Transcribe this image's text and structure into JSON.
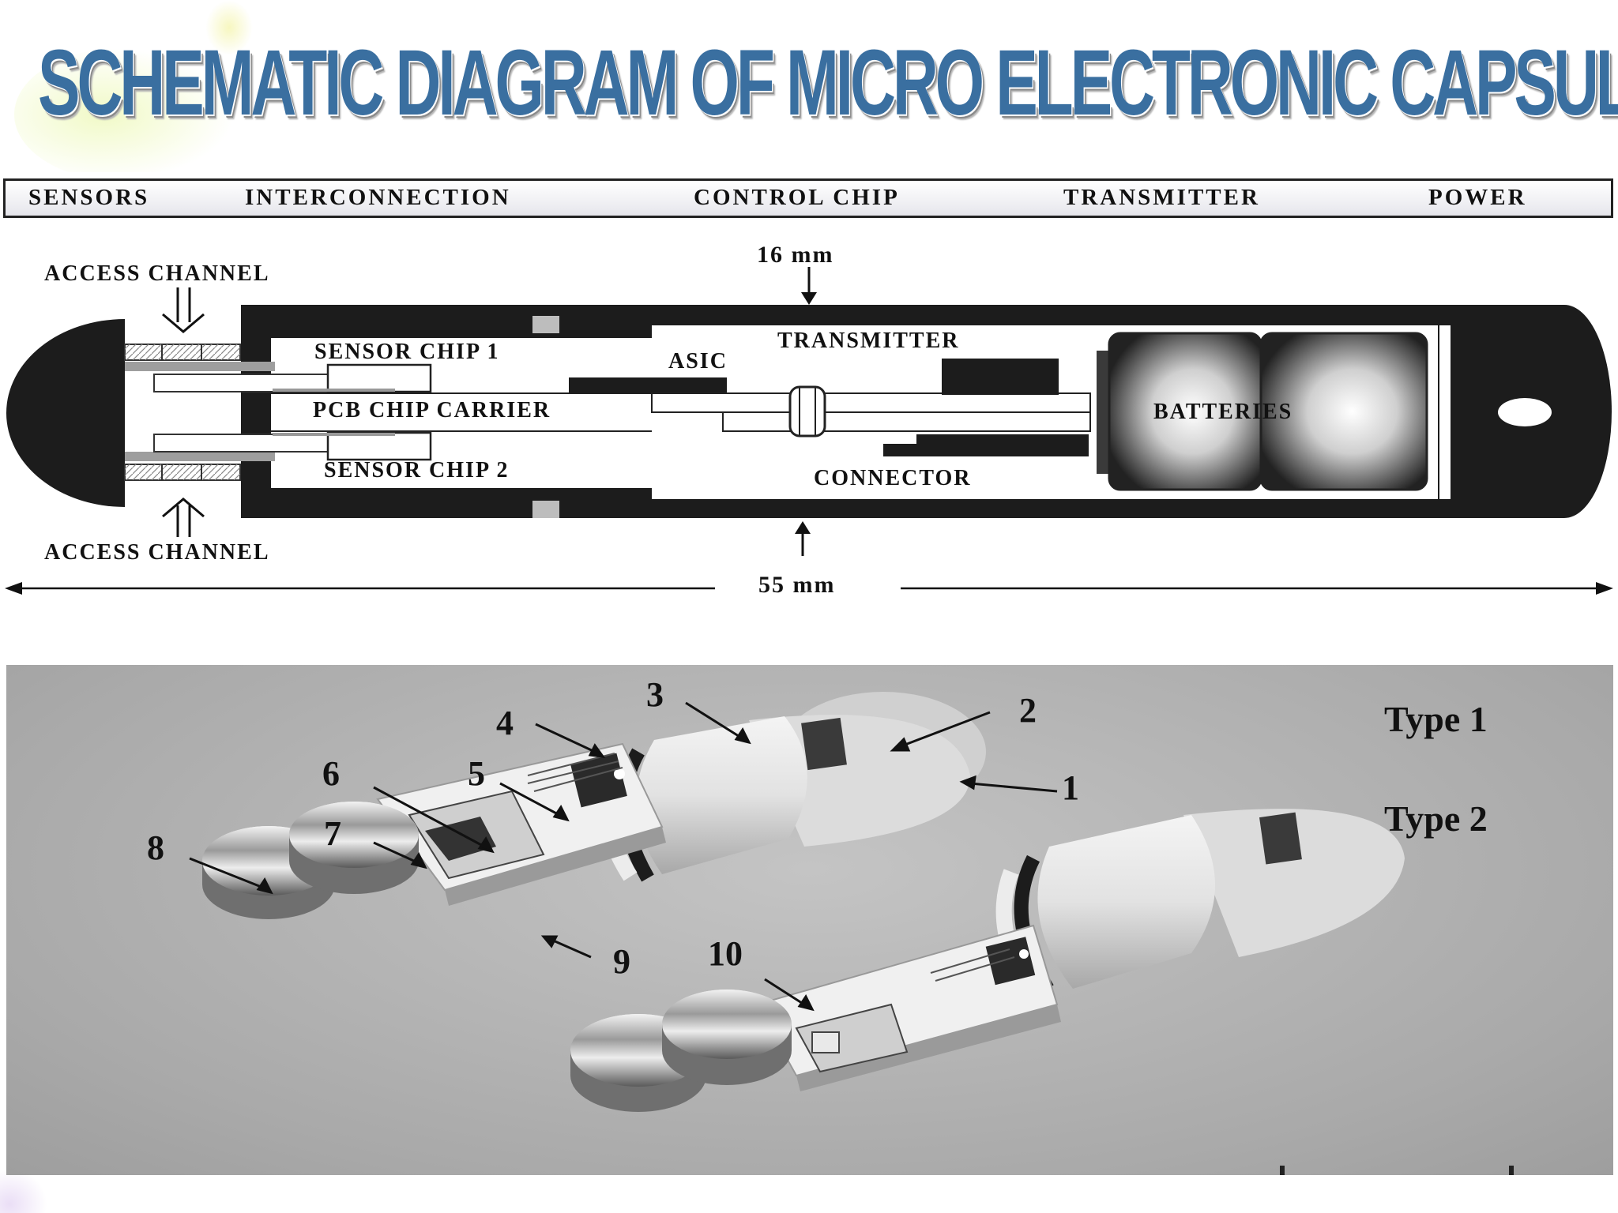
{
  "title": "SCHEMATIC DIAGRAM OF MICRO ELECTRONIC CAPSULE",
  "schematic": {
    "header": [
      "SENSORS",
      "INTERCONNECTION",
      "CONTROL CHIP",
      "TRANSMITTER",
      "POWER"
    ],
    "labels": {
      "access_channel_top": "ACCESS CHANNEL",
      "access_channel_bottom": "ACCESS CHANNEL",
      "sensor_chip_1": "SENSOR CHIP 1",
      "sensor_chip_2": "SENSOR CHIP 2",
      "pcb_chip_carrier": "PCB CHIP CARRIER",
      "asic": "ASIC",
      "transmitter": "TRANSMITTER",
      "connector": "CONNECTOR",
      "batteries": "BATTERIES",
      "diameter": "16 mm",
      "length": "55 mm"
    }
  },
  "photo": {
    "callouts": [
      "1",
      "2",
      "3",
      "4",
      "5",
      "6",
      "7",
      "8",
      "9",
      "10"
    ],
    "types": [
      "Type 1",
      "Type 2"
    ]
  }
}
